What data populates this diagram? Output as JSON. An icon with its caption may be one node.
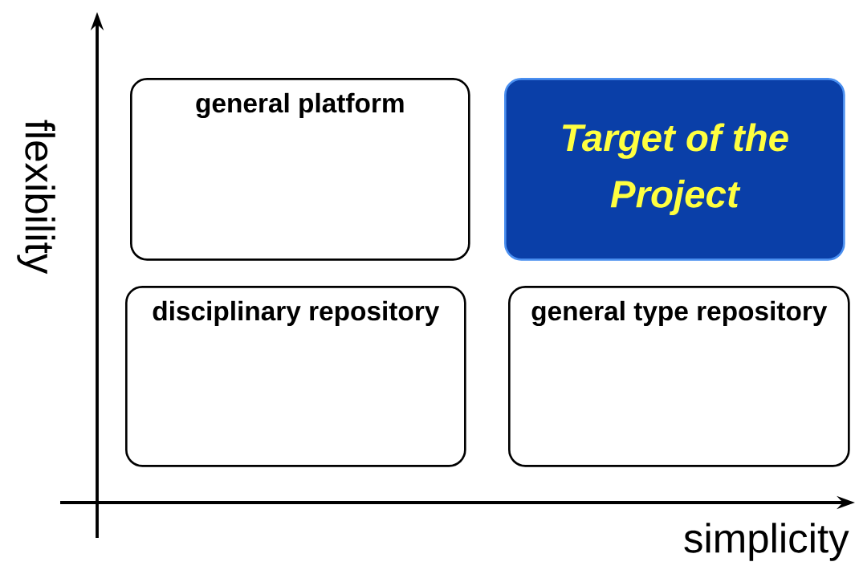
{
  "diagram": {
    "nodes": [
      {
        "text": [
          "general platform"
        ]
      },
      {
        "text": [
          "Target of the Project"
        ]
      },
      {
        "text": [
          "disciplinary repository"
        ]
      },
      {
        "text": [
          "general type repository"
        ]
      }
    ],
    "labels": [
      "flexibility",
      "simplicity"
    ]
  }
}
